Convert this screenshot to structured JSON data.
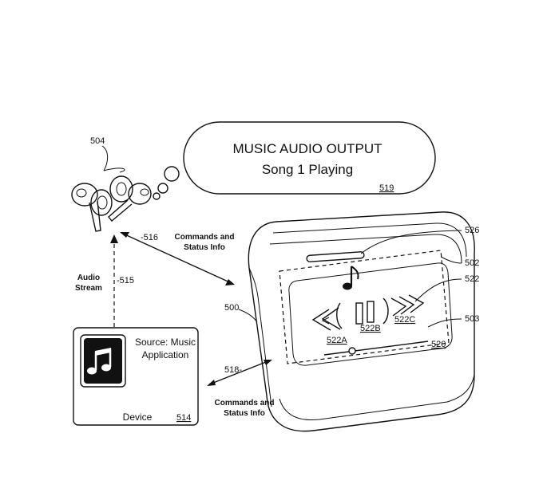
{
  "bubble": {
    "title": "MUSIC AUDIO OUTPUT",
    "subtitle": "Song 1 Playing",
    "ref": "519"
  },
  "earbuds": {
    "ref": "504"
  },
  "arrows": {
    "earbud_link_ref": "516",
    "earbud_link_caption_1": "Commands and",
    "earbud_link_caption_2": "Status Info",
    "audio_ref": "515",
    "audio_caption_1": "Audio",
    "audio_caption_2": "Stream",
    "device_link_ref": "518",
    "device_link_caption_1": "Commands and",
    "device_link_caption_2": "Status Info"
  },
  "device": {
    "source_line_1": "Source: Music",
    "source_line_2": "Application",
    "label": "Device",
    "ref": "514",
    "app_icon": "music-note-icon"
  },
  "case": {
    "ref": "500",
    "strip_ref": "526",
    "display_ref": "502",
    "controls_ref": "522",
    "area_ref": "503",
    "screen_ref": "520",
    "btn_prev_ref": "522A",
    "btn_pause_ref": "522B",
    "btn_next_ref": "522C",
    "note_icon": "music-note-icon"
  }
}
